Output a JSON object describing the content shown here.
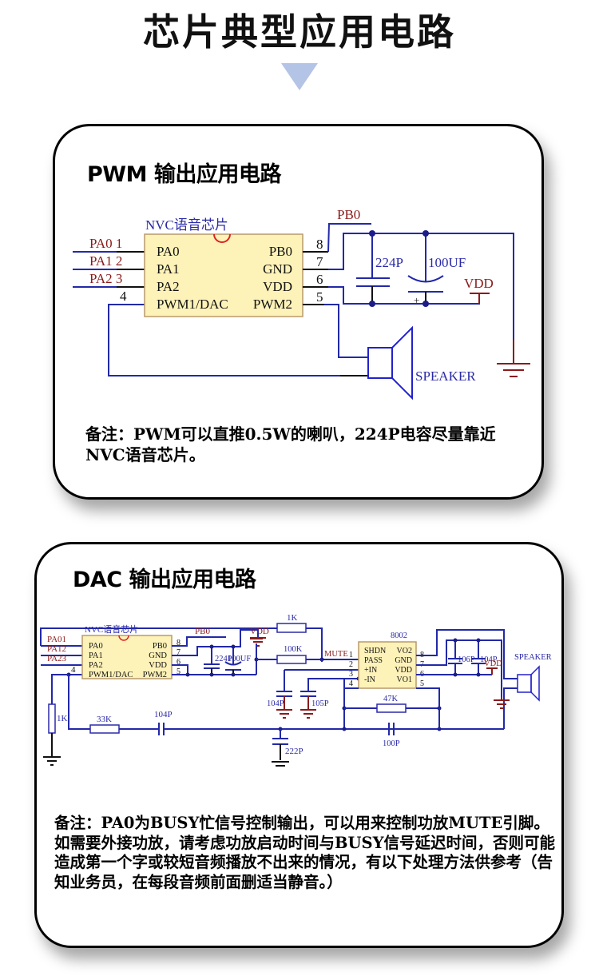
{
  "page": {
    "title": "芯片典型应用电路",
    "arrow_icon": "down-triangle-icon",
    "accent_color": "#b4c4e6"
  },
  "pwm_card": {
    "title": "PWM 输出应用电路",
    "chip_label": "NVC语音芯片",
    "ext_labels": [
      "PA0 1",
      "PA1 2",
      "PA2 3"
    ],
    "pin4_num": "4",
    "left_pins": [
      "PA0",
      "PA1",
      "PA2",
      "PWM1/DAC"
    ],
    "right_pins": [
      "PB0",
      "GND",
      "VDD",
      "PWM2"
    ],
    "right_pin_nums": [
      "8",
      "7",
      "6",
      "5"
    ],
    "pb0_label": "PB0",
    "cap1_label": "224P",
    "cap2_label": "100UF",
    "cap2_polarity": "+",
    "vdd_label": "VDD",
    "speaker_label": "SPEAKER",
    "note": "备注：PWM可以直推0.5W的喇叭，224P电容尽量靠近NVC语音芯片。"
  },
  "dac_card": {
    "title": "DAC 输出应用电路",
    "chip_label": "NVC语音芯片",
    "ext_labels": [
      "PA01",
      "PA12",
      "PA23"
    ],
    "pin4_num": "4",
    "left_pins": [
      "PA0",
      "PA1",
      "PA2",
      "PWM1/DAC"
    ],
    "right_pins": [
      "PB0",
      "GND",
      "VDD",
      "PWM2"
    ],
    "right_pin_nums": [
      "8",
      "7",
      "6",
      "5"
    ],
    "pb0_label": "PB0",
    "vdd_label": "VDD",
    "cap_224p": "224P",
    "cap_100uf": "100UF",
    "res_1k_top": "1K",
    "res_100k": "100K",
    "mute_label": "MUTE",
    "cap_104p_a": "104P",
    "cap_105p": "105P",
    "res_1k_left": "1K",
    "res_33k": "33K",
    "cap_104p_b": "104P",
    "cap_222p": "222P",
    "amp_label": "8002",
    "amp_left_pins": [
      "SHDN",
      "PASS",
      "+IN",
      "-IN"
    ],
    "amp_right_pins": [
      "VO2",
      "GND",
      "VDD",
      "VO1"
    ],
    "amp_left_nums": [
      "1",
      "2",
      "3",
      "4"
    ],
    "amp_right_nums": [
      "8",
      "7",
      "6",
      "5"
    ],
    "cap_106p": "106P",
    "cap_104p_c": "104P",
    "vdd2_label": "VDD",
    "res_47k": "47K",
    "cap_100p": "100P",
    "speaker_label": "SPEAKER",
    "note": "备注：PA0为BUSY忙信号控制输出，可以用来控制功放MUTE引脚。如需要外接功放，请考虑功放启动时间与BUSY信号延迟时间，否则可能造成第一个字或较短音频播放不出来的情况，有以下处理方法供参考（告知业务员，在每段音频前面删适当静音。）"
  }
}
